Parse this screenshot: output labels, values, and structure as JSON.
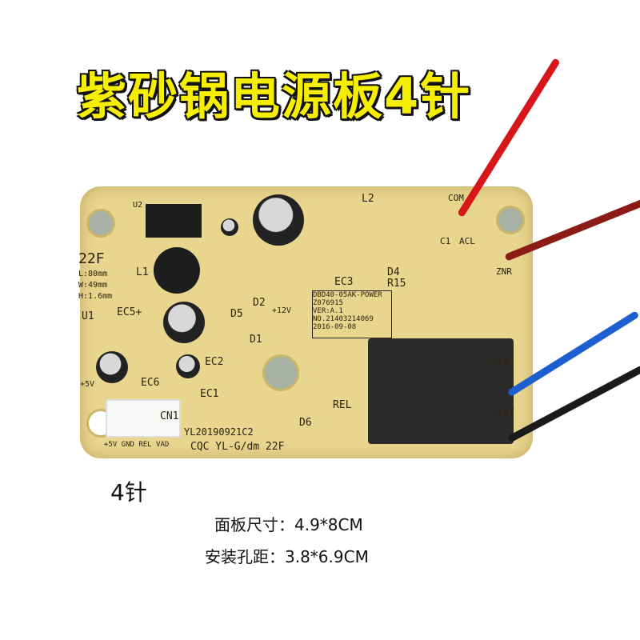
{
  "title": "紫砂锅电源板4针",
  "pin_label": "4针",
  "specs": {
    "panel_size": "面板尺寸：4.9*8CM",
    "hole_spacing": "安装孔距：3.8*6.9CM"
  },
  "pcb": {
    "model": "22F",
    "dims": [
      "L:80mm",
      "W:49mm",
      "H:1.6mm"
    ],
    "info_box": [
      "DBD40-05AK-POWER",
      "Z076915",
      "VER:A.1",
      "NO.21403214069",
      "2016-09-08"
    ],
    "date_code": "YL20190921C2",
    "footer": "CQC YL-G/dm 22F",
    "pins": "+5V GND REL VAD",
    "refs": [
      "U2",
      "L1",
      "L2",
      "U1",
      "EC5+",
      "EC6",
      "EC1",
      "EC2",
      "EC3",
      "D1",
      "D2",
      "D4",
      "D5",
      "D6",
      "R15",
      "CN1",
      "REL",
      "+5V",
      "+12V",
      "C1",
      "ACL",
      "ZNR",
      "ACN",
      "HEAT",
      "COM"
    ]
  },
  "wire_colors": {
    "red": "#d8161a",
    "dark_red": "#8c1a17",
    "blue": "#1e5fd0",
    "black": "#1a1a1a"
  }
}
